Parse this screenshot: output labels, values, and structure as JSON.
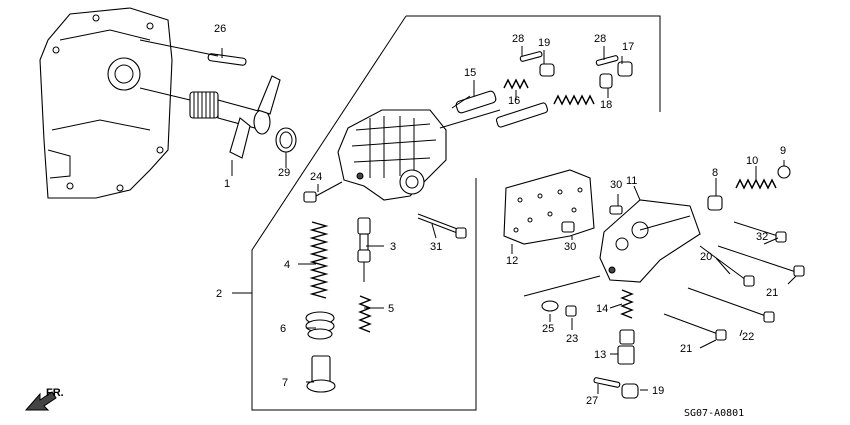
{
  "diagram": {
    "code": "SG07-A0801",
    "direction": "FR."
  },
  "callouts": {
    "c1": "1",
    "c2": "2",
    "c3": "3",
    "c4": "4",
    "c5": "5",
    "c6": "6",
    "c7": "7",
    "c8": "8",
    "c9": "9",
    "c10": "10",
    "c11": "11",
    "c12": "12",
    "c13": "13",
    "c14": "14",
    "c15": "15",
    "c16": "16",
    "c17": "17",
    "c18": "18",
    "c19a": "19",
    "c19b": "19",
    "c20": "20",
    "c21a": "21",
    "c21b": "21",
    "c22": "22",
    "c23": "23",
    "c24": "24",
    "c25": "25",
    "c26": "26",
    "c27": "27",
    "c28a": "28",
    "c28b": "28",
    "c29": "29",
    "c30a": "30",
    "c30b": "30",
    "c31": "31",
    "c32": "32"
  }
}
